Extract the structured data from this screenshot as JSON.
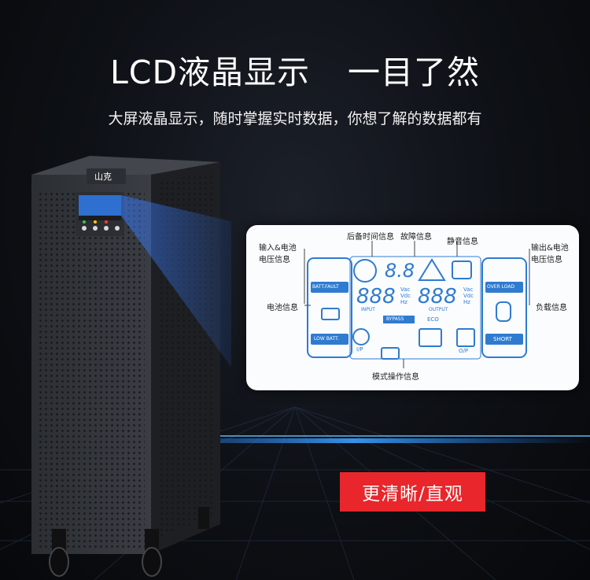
{
  "headline": {
    "part1": "LCD液晶显示",
    "part2": "一目了然"
  },
  "subtitle": "大屏液晶显示，随时掌握实时数据，你想了解的数据都有",
  "ups": {
    "brand": "山克"
  },
  "lcd": {
    "labels": {
      "backup_time": "后备时间信息",
      "fault": "故障信息",
      "mute": "静音信息",
      "input_battery": "输入&电池\n电压信息",
      "output_battery": "输出&电池\n电压信息",
      "battery": "电池信息",
      "load": "负载信息",
      "mode": "模式操作信息"
    },
    "display": {
      "digits_top": "8.8",
      "digits_in": "888",
      "digits_out": "888",
      "unit_vac": "Vac",
      "unit_vdc": "Vdc",
      "unit_hz": "Hz",
      "input": "INPUT",
      "output": "OUTPUT",
      "batt_fault": "BATT.FAULT",
      "low_batt": "LOW BATT.",
      "over_load": "OVER LOAD",
      "short": "SHORT",
      "bypass": "BYPASS",
      "eco": "ECO",
      "ip": "I/P",
      "op": "O/P"
    }
  },
  "cta": {
    "label": "更清晰/直观"
  },
  "colors": {
    "cta": "#e8262b",
    "lcd": "#2f7bd0",
    "background": "#0b0d12"
  }
}
